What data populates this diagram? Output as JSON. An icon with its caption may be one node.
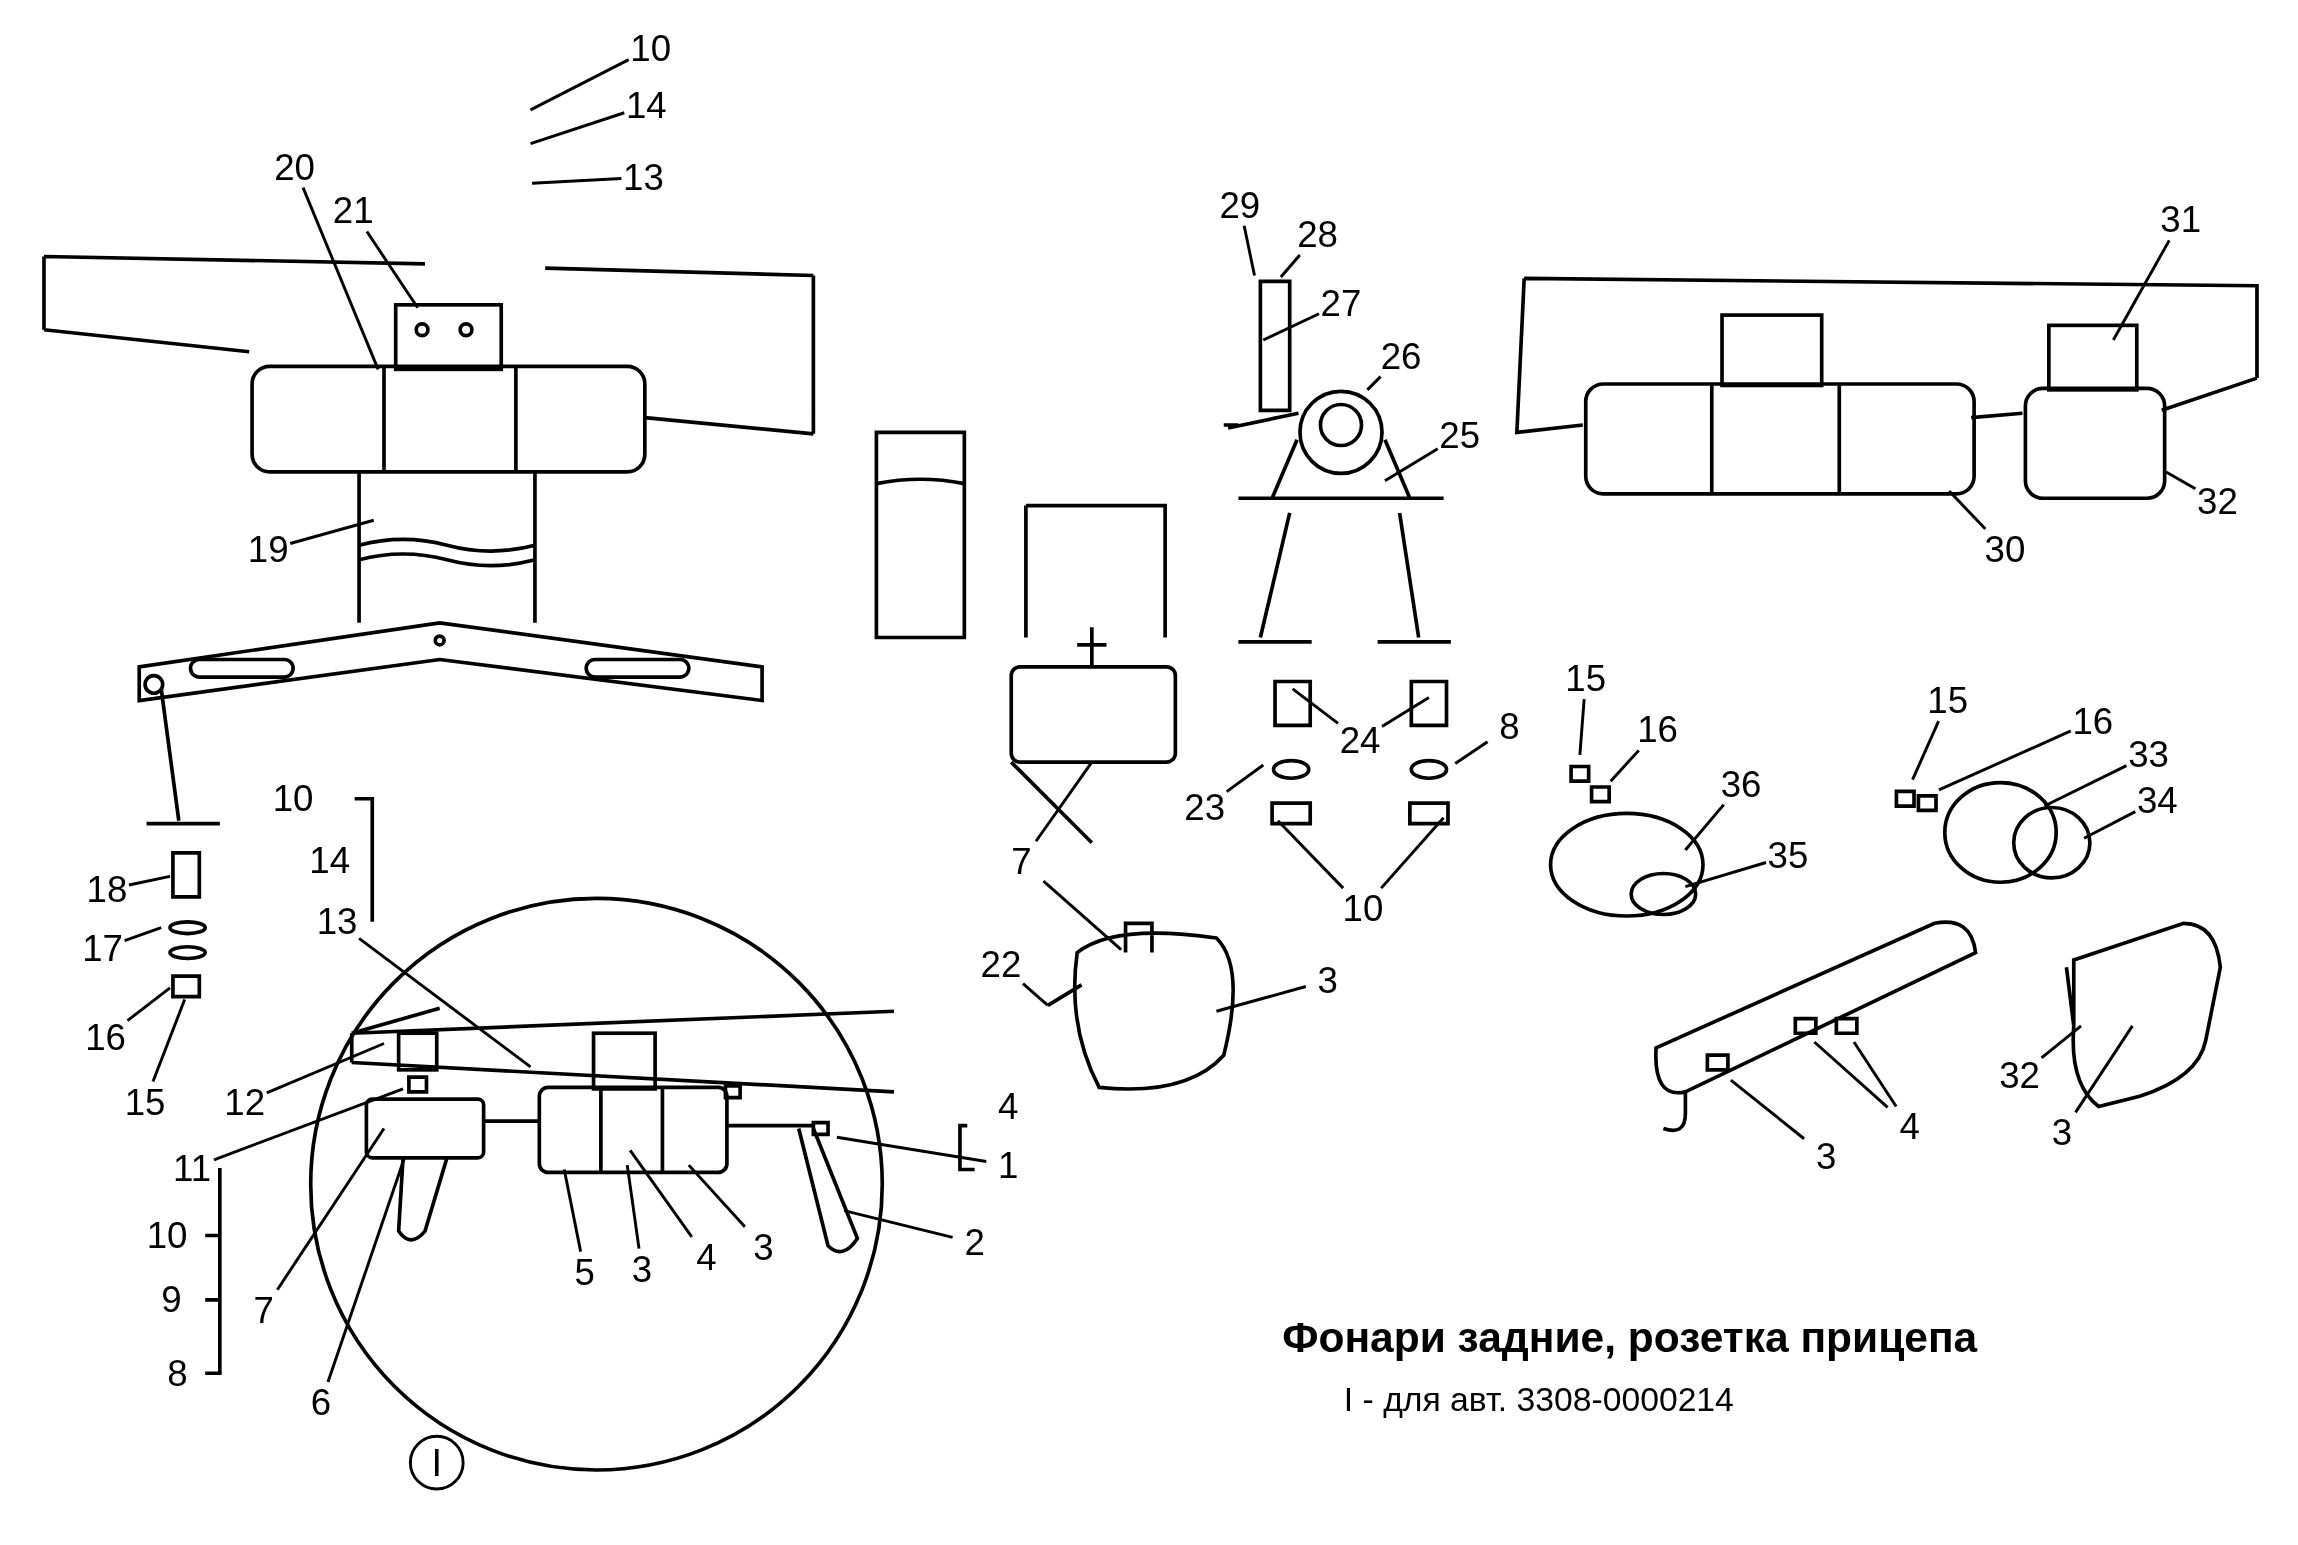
{
  "diagram": {
    "title": "Фонари задние, розетка прицепа",
    "nodes": [
      {
        "text": [
          "10"
        ]
      },
      {
        "text": [
          "14"
        ]
      },
      {
        "text": [
          "13"
        ]
      },
      {
        "text": [
          "20"
        ]
      },
      {
        "text": [
          "21"
        ]
      },
      {
        "text": [
          "19"
        ]
      },
      {
        "text": [
          "18"
        ]
      },
      {
        "text": [
          "17"
        ]
      },
      {
        "text": [
          "16"
        ]
      },
      {
        "text": [
          "15"
        ]
      },
      {
        "text": [
          "29"
        ]
      },
      {
        "text": [
          "28"
        ]
      },
      {
        "text": [
          "27"
        ]
      },
      {
        "text": [
          "26"
        ]
      },
      {
        "text": [
          "25"
        ]
      },
      {
        "text": [
          "24"
        ]
      },
      {
        "text": [
          "8"
        ]
      },
      {
        "text": [
          "23"
        ]
      },
      {
        "text": [
          "10"
        ]
      },
      {
        "text": [
          "7"
        ]
      },
      {
        "text": [
          "22"
        ]
      },
      {
        "text": [
          "3"
        ]
      },
      {
        "text": [
          "31"
        ]
      },
      {
        "text": [
          "32"
        ]
      },
      {
        "text": [
          "30"
        ]
      },
      {
        "text": [
          "15"
        ]
      },
      {
        "text": [
          "16"
        ]
      },
      {
        "text": [
          "15"
        ]
      },
      {
        "text": [
          "16"
        ]
      },
      {
        "text": [
          "33"
        ]
      },
      {
        "text": [
          "34"
        ]
      },
      {
        "text": [
          "36"
        ]
      },
      {
        "text": [
          "35"
        ]
      },
      {
        "text": [
          "4"
        ]
      },
      {
        "text": [
          "3"
        ]
      },
      {
        "text": [
          "32"
        ]
      },
      {
        "text": [
          "3"
        ]
      },
      {
        "text": [
          "13"
        ]
      },
      {
        "text": [
          "12"
        ]
      },
      {
        "text": [
          "11"
        ]
      },
      {
        "text": [
          "7"
        ]
      },
      {
        "text": [
          "6"
        ]
      },
      {
        "text": [
          "5"
        ]
      },
      {
        "text": [
          "3"
        ]
      },
      {
        "text": [
          "4"
        ]
      },
      {
        "text": [
          "3"
        ]
      },
      {
        "text": [
          "2"
        ]
      },
      {
        "text": [
          "1"
        ]
      }
    ],
    "edges": [
      {
        "from": 0,
        "to": null,
        "arrow": "none"
      },
      {
        "from": 1,
        "to": null,
        "arrow": "none"
      },
      {
        "from": 2,
        "to": null,
        "arrow": "none"
      },
      {
        "from": 3,
        "to": null,
        "arrow": "none"
      },
      {
        "from": 4,
        "to": null,
        "arrow": "none"
      },
      {
        "from": 5,
        "to": null,
        "arrow": "none"
      },
      {
        "from": 6,
        "to": null,
        "arrow": "none"
      },
      {
        "from": 7,
        "to": null,
        "arrow": "none"
      },
      {
        "from": 8,
        "to": null,
        "arrow": "none"
      },
      {
        "from": 9,
        "to": null,
        "arrow": "none"
      },
      {
        "from": 10,
        "to": null,
        "arrow": "none"
      },
      {
        "from": 11,
        "to": null,
        "arrow": "none"
      },
      {
        "from": 12,
        "to": null,
        "arrow": "none"
      },
      {
        "from": 13,
        "to": null,
        "arrow": "none"
      },
      {
        "from": 14,
        "to": null,
        "arrow": "none"
      },
      {
        "from": 15,
        "to": null,
        "arrow": "none"
      },
      {
        "from": 15,
        "to": null,
        "arrow": "none"
      },
      {
        "from": 16,
        "to": null,
        "arrow": "none"
      },
      {
        "from": 17,
        "to": null,
        "arrow": "none"
      },
      {
        "from": 18,
        "to": null,
        "arrow": "none"
      },
      {
        "from": 18,
        "to": null,
        "arrow": "none"
      },
      {
        "from": 19,
        "to": null,
        "arrow": "none"
      },
      {
        "from": 19,
        "to": null,
        "arrow": "none"
      },
      {
        "from": 20,
        "to": null,
        "arrow": "none"
      },
      {
        "from": 21,
        "to": null,
        "arrow": "none"
      },
      {
        "from": 22,
        "to": null,
        "arrow": "none"
      },
      {
        "from": 23,
        "to": null,
        "arrow": "none"
      },
      {
        "from": 24,
        "to": null,
        "arrow": "none"
      },
      {
        "from": 25,
        "to": null,
        "arrow": "none"
      },
      {
        "from": 26,
        "to": null,
        "arrow": "none"
      },
      {
        "from": 27,
        "to": null,
        "arrow": "none"
      },
      {
        "from": 28,
        "to": null,
        "arrow": "none"
      },
      {
        "from": 29,
        "to": null,
        "arrow": "none"
      },
      {
        "from": 30,
        "to": null,
        "arrow": "none"
      },
      {
        "from": 31,
        "to": null,
        "arrow": "none"
      },
      {
        "from": 32,
        "to": null,
        "arrow": "none"
      },
      {
        "from": 33,
        "to": null,
        "arrow": "none"
      },
      {
        "from": 33,
        "to": null,
        "arrow": "none"
      },
      {
        "from": 34,
        "to": null,
        "arrow": "none"
      },
      {
        "from": 35,
        "to": null,
        "arrow": "none"
      },
      {
        "from": 36,
        "to": null,
        "arrow": "none"
      },
      {
        "from": 37,
        "to": null,
        "arrow": "none"
      },
      {
        "from": 38,
        "to": null,
        "arrow": "none"
      },
      {
        "from": 39,
        "to": null,
        "arrow": "none"
      },
      {
        "from": 40,
        "to": null,
        "arrow": "none"
      },
      {
        "from": 41,
        "to": null,
        "arrow": "none"
      },
      {
        "from": 42,
        "to": null,
        "arrow": "none"
      },
      {
        "from": 43,
        "to": null,
        "arrow": "none"
      },
      {
        "from": 44,
        "to": null,
        "arrow": "none"
      },
      {
        "from": 45,
        "to": null,
        "arrow": "none"
      },
      {
        "from": 46,
        "to": null,
        "arrow": "none"
      },
      {
        "from": 47,
        "to": null,
        "arrow": "none"
      }
    ],
    "labels": [
      "10",
      "14",
      "10",
      "9",
      "8",
      "4",
      "I",
      "I - для авт. 3308-0000214"
    ]
  }
}
